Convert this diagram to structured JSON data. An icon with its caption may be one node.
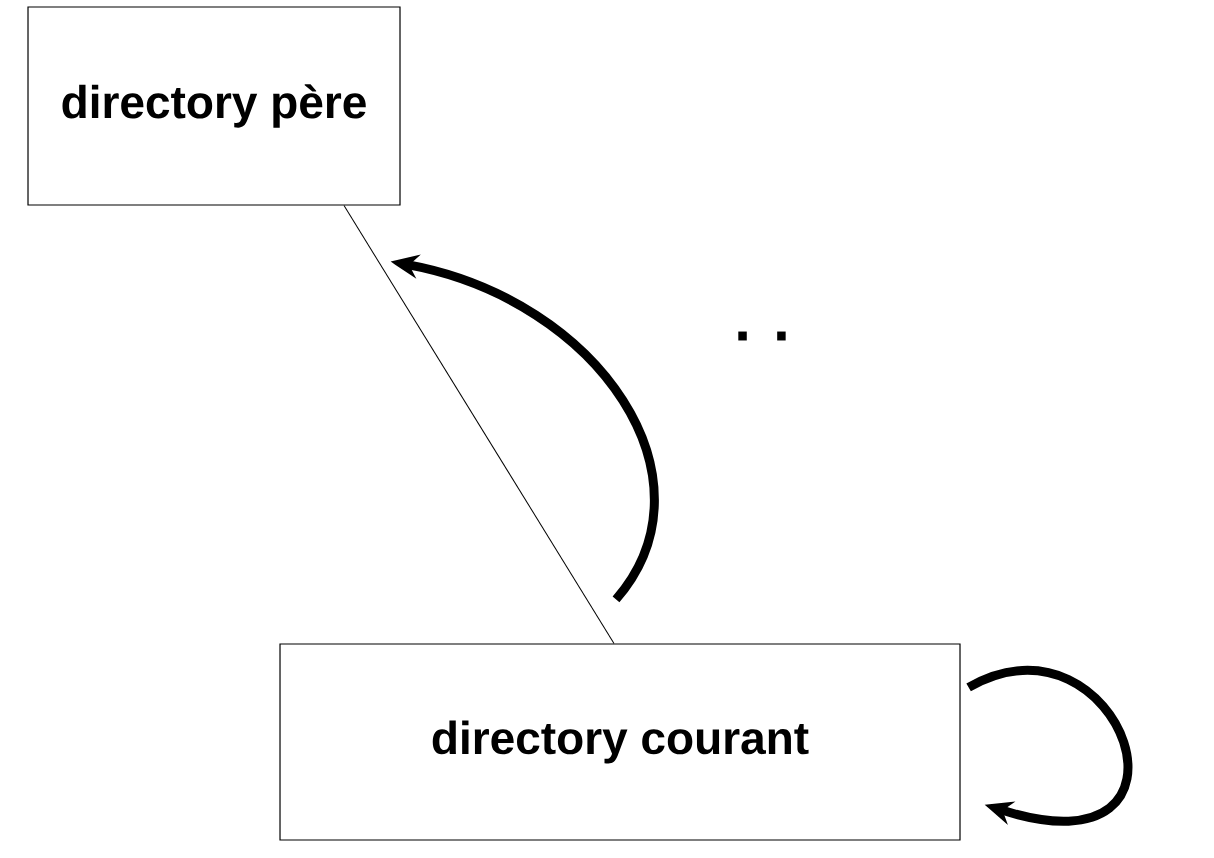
{
  "diagram": {
    "nodes": [
      {
        "text": [
          "directory père"
        ]
      },
      {
        "text": [
          "directory courant"
        ]
      }
    ],
    "edges": [
      {
        "from": 0,
        "to": 1,
        "arrow": "none"
      },
      {
        "from": 1,
        "to": 0,
        "arrow": "to"
      },
      {
        "from": 1,
        "to": 1,
        "arrow": "to"
      }
    ],
    "labels": [
      ". ."
    ]
  }
}
